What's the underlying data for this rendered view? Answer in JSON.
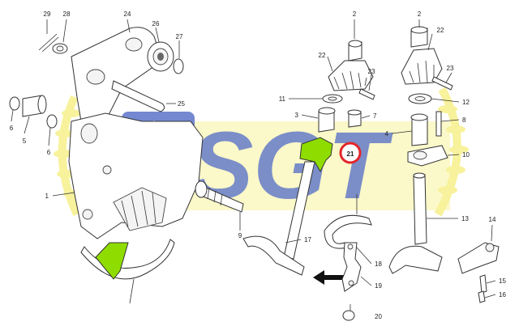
{
  "diagram": {
    "watermark_text": "SGT",
    "colors": {
      "watermark_yellow": "#f6f08a",
      "watermark_blue": "#3f5bbf",
      "highlight_green": "#8fdc00",
      "callout_red": "#e3262a"
    },
    "callouts": [
      {
        "id": "c29",
        "text": "29"
      },
      {
        "id": "c28",
        "text": "28"
      },
      {
        "id": "c24",
        "text": "24"
      },
      {
        "id": "c26",
        "text": "26"
      },
      {
        "id": "c27",
        "text": "27"
      },
      {
        "id": "c25",
        "text": "25"
      },
      {
        "id": "c6a",
        "text": "6"
      },
      {
        "id": "c5",
        "text": "5"
      },
      {
        "id": "c6b",
        "text": "6"
      },
      {
        "id": "c1",
        "text": "1"
      },
      {
        "id": "c9",
        "text": "9"
      },
      {
        "id": "c2a",
        "text": "2"
      },
      {
        "id": "c22a",
        "text": "22"
      },
      {
        "id": "c23a",
        "text": "23"
      },
      {
        "id": "c11",
        "text": "11"
      },
      {
        "id": "c3",
        "text": "3"
      },
      {
        "id": "c7",
        "text": "7"
      },
      {
        "id": "c21",
        "text": "21"
      },
      {
        "id": "c17",
        "text": "17"
      },
      {
        "id": "c18",
        "text": "18"
      },
      {
        "id": "c19",
        "text": "19"
      },
      {
        "id": "c20",
        "text": "20"
      },
      {
        "id": "c2b",
        "text": "2"
      },
      {
        "id": "c22b",
        "text": "22"
      },
      {
        "id": "c23b",
        "text": "23"
      },
      {
        "id": "c12",
        "text": "12"
      },
      {
        "id": "c8",
        "text": "8"
      },
      {
        "id": "c4",
        "text": "4"
      },
      {
        "id": "c10",
        "text": "10"
      },
      {
        "id": "c13",
        "text": "13"
      },
      {
        "id": "c14",
        "text": "14"
      },
      {
        "id": "c15",
        "text": "15"
      },
      {
        "id": "c16",
        "text": "16"
      }
    ]
  }
}
